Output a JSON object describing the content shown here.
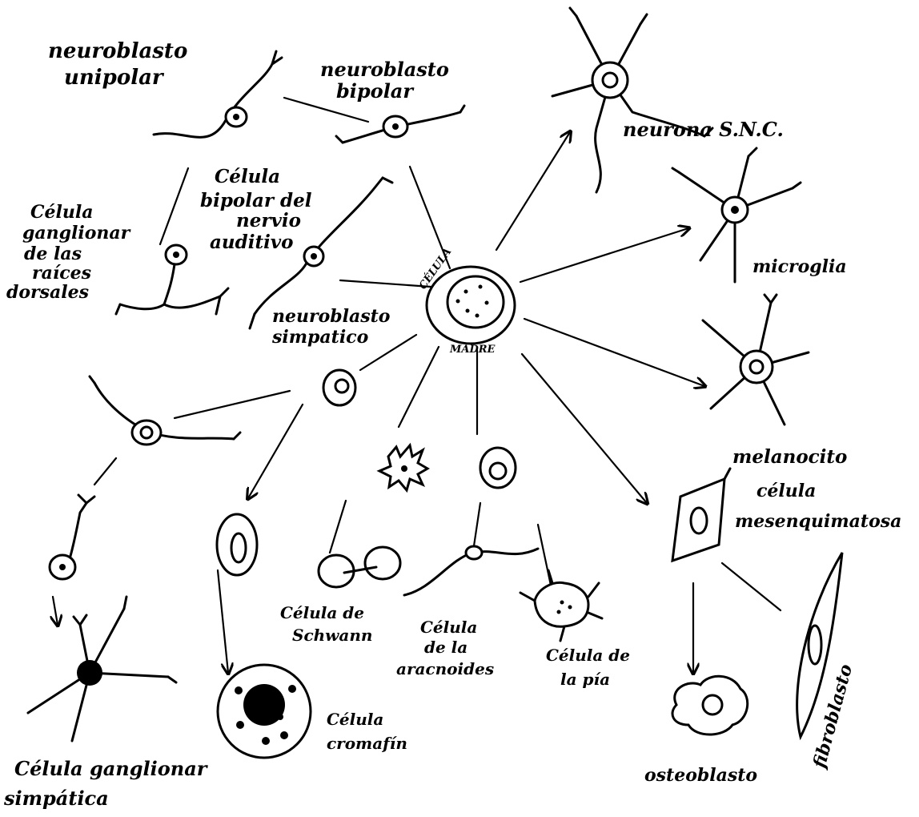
{
  "labels": {
    "central_cell_top": "CÉLULA",
    "central_cell_bottom": "MADRE",
    "neuroblasto_unipolar_1": "neuroblasto",
    "neuroblasto_unipolar_2": "unipolar",
    "neuroblasto_bipolar_1": "neuroblasto",
    "neuroblasto_bipolar_2": "bipolar",
    "neurona_snc": "neurona  S.N.C.",
    "celula_bipolar_1": "Célula",
    "celula_bipolar_2": "bipolar del",
    "celula_bipolar_3": "nervio",
    "celula_bipolar_4": "auditivo",
    "celula_ganglionar_raices_1": "Célula",
    "celula_ganglionar_raices_2": "ganglionar",
    "celula_ganglionar_raices_3": "de las",
    "celula_ganglionar_raices_4": "raíces",
    "celula_ganglionar_raices_5": "dorsales",
    "neuroblasto_simpatico_1": "neuroblasto",
    "neuroblasto_simpatico_2": "simpatico",
    "microglia": "microglia",
    "melanocito": "melanocito",
    "celula_mesenquimatosa_1": "célula",
    "celula_mesenquimatosa_2": "mesenquimatosa",
    "celula_schwann_1": "Célula de",
    "celula_schwann_2": "Schwann",
    "celula_aracnoides_1": "Célula",
    "celula_aracnoides_2": "de la",
    "celula_aracnoides_3": "aracnoides",
    "celula_pia_1": "Célula de",
    "celula_pia_2": "la pía",
    "celula_cromafin_1": "Célula",
    "celula_cromafin_2": "cromafín",
    "osteoblasto": "osteoblasto",
    "fibroblasto": "fibroblasto",
    "celula_ganglionar_simpatica_1": "Célula ganglionar",
    "celula_ganglionar_simpatica_2": "simpática"
  }
}
